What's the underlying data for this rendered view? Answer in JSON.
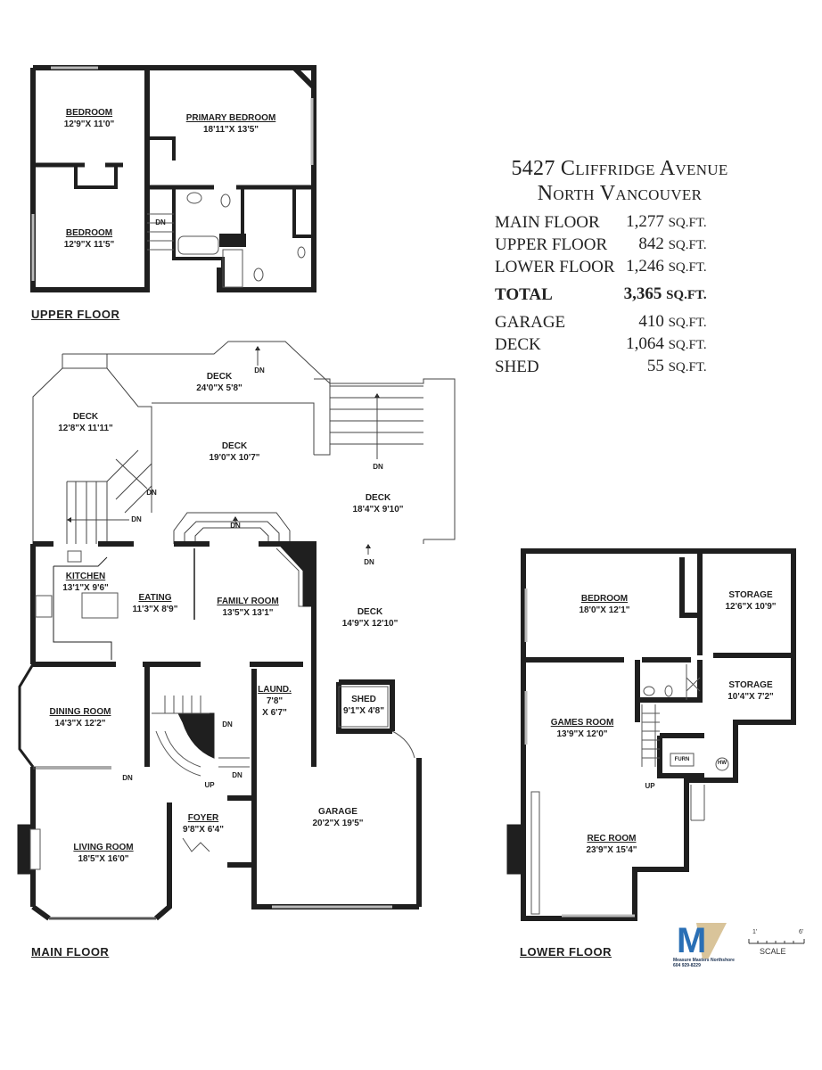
{
  "property": {
    "address_line1": "5427 Cliffridge Avenue",
    "address_line2": "North Vancouver"
  },
  "areas": [
    {
      "label": "MAIN FLOOR",
      "value": "1,277",
      "unit": "SQ.FT."
    },
    {
      "label": "UPPER FLOOR",
      "value": "842",
      "unit": "SQ.FT."
    },
    {
      "label": "LOWER FLOOR",
      "value": "1,246",
      "unit": "SQ.FT."
    }
  ],
  "total": {
    "label": "TOTAL",
    "value": "3,365",
    "unit": "SQ.FT."
  },
  "extras": [
    {
      "label": "GARAGE",
      "value": "410",
      "unit": "SQ.FT."
    },
    {
      "label": "DECK",
      "value": "1,064",
      "unit": "SQ.FT."
    },
    {
      "label": "SHED",
      "value": "55",
      "unit": "SQ.FT."
    }
  ],
  "floors": {
    "upper": {
      "title": "UPPER FLOOR",
      "rooms": [
        {
          "name": "BEDROOM",
          "dims": "12'9\"X 11'0\""
        },
        {
          "name": "PRIMARY BEDROOM",
          "dims": "18'11\"X 13'5\""
        },
        {
          "name": "BEDROOM",
          "dims": "12'9\"X 11'5\""
        }
      ],
      "stair_label": "DN"
    },
    "main": {
      "title": "MAIN FLOOR",
      "rooms": [
        {
          "name": "DECK",
          "dims": "24'0\"X 5'8\""
        },
        {
          "name": "DECK",
          "dims": "12'8\"X 11'11\""
        },
        {
          "name": "DECK",
          "dims": "19'0\"X 10'7\""
        },
        {
          "name": "DECK",
          "dims": "18'4\"X 9'10\""
        },
        {
          "name": "KITCHEN",
          "dims": "13'1\"X 9'6\""
        },
        {
          "name": "EATING",
          "dims": "11'3\"X 8'9\""
        },
        {
          "name": "FAMILY ROOM",
          "dims": "13'5\"X 13'1\""
        },
        {
          "name": "DECK",
          "dims": "14'9\"X 12'10\""
        },
        {
          "name": "DINING ROOM",
          "dims": "14'3\"X 12'2\""
        },
        {
          "name": "LAUND.",
          "dims": "7'8\"",
          "dims2": "X 6'7\""
        },
        {
          "name": "SHED",
          "dims": "9'1\"X 4'8\""
        },
        {
          "name": "FOYER",
          "dims": "9'8\"X 6'4\""
        },
        {
          "name": "LIVING ROOM",
          "dims": "18'5\"X 16'0\""
        },
        {
          "name": "GARAGE",
          "dims": "20'2\"X 19'5\""
        }
      ],
      "stair_labels": {
        "dn": "DN",
        "up": "UP"
      }
    },
    "lower": {
      "title": "LOWER FLOOR",
      "rooms": [
        {
          "name": "BEDROOM",
          "dims": "18'0\"X 12'1\""
        },
        {
          "name": "STORAGE",
          "dims": "12'6\"X 10'9\""
        },
        {
          "name": "STORAGE",
          "dims": "10'4\"X 7'2\""
        },
        {
          "name": "GAMES ROOM",
          "dims": "13'9\"X 12'0\""
        },
        {
          "name": "REC ROOM",
          "dims": "23'9\"X 15'4\""
        }
      ],
      "fixtures": {
        "furnace": "FURN",
        "hot_water": "HW"
      },
      "stair_label": "UP"
    }
  },
  "branding": {
    "logo_letters": "M",
    "company": "Measure Masters Northshore",
    "phone": "604 929-8229"
  },
  "scale": {
    "start": "1'",
    "end": "6'",
    "label": "SCALE"
  },
  "colors": {
    "wall": "#1f1f1f",
    "line": "#444444",
    "logo_blue": "#2a6fb5",
    "logo_gold": "#d9c49a"
  }
}
